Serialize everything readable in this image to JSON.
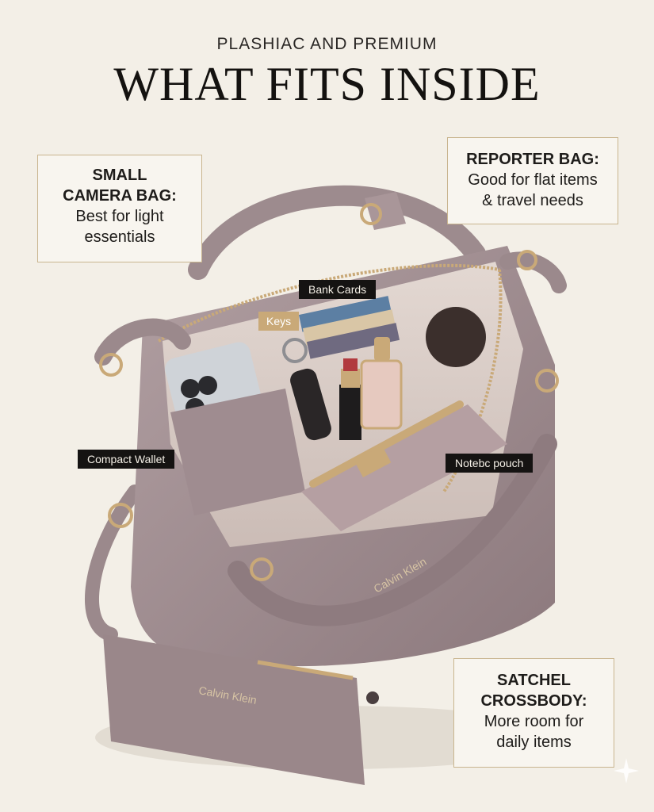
{
  "header": {
    "subtitle": "PLASHIAC AND PREMIUM",
    "title": "WHAT FITS INSIDE"
  },
  "callouts": {
    "small_camera": {
      "head_line1": "SMALL",
      "head_line2": "CAMERA BAG:",
      "body_line1": "Best for light",
      "body_line2": "essentials"
    },
    "reporter": {
      "head": "REPORTER BAG:",
      "body_line1": "Good for flat items",
      "body_line2": "& travel needs"
    },
    "satchel": {
      "head_line1": "SATCHEL",
      "head_line2": "CROSSBODY:",
      "body_line1": "More room for",
      "body_line2": "daily items"
    }
  },
  "tags": {
    "bank_cards": "Bank Cards",
    "keys": "Keys",
    "compact_wallet": "Compact Wallet",
    "pouch": "Notebc pouch"
  },
  "brand": {
    "bag_logo": "Calvin Klein",
    "wallet_logo": "Calvin Klein"
  },
  "colors": {
    "background": "#f3efe7",
    "leather": "#a18f92",
    "leather_dark": "#7d6b6f",
    "lining": "#d9ccc6",
    "gold": "#c9a978"
  }
}
